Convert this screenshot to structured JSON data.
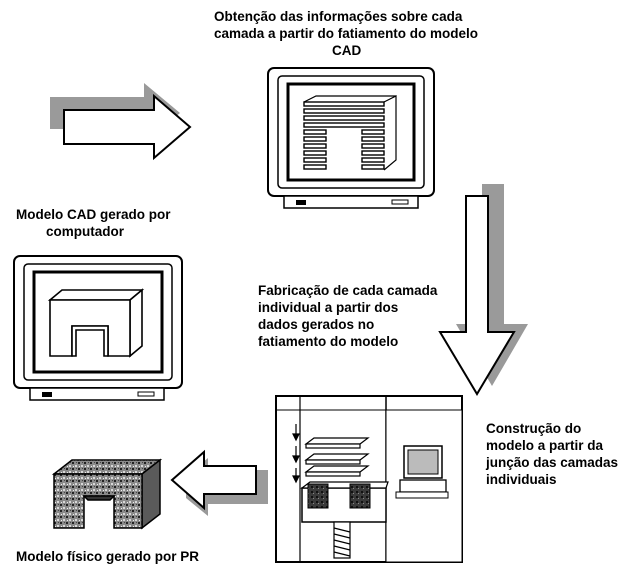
{
  "captions": {
    "slicing": {
      "lines": [
        "Obtenção das informações sobre cada",
        "camada a partir do fatiamento do modelo",
        "CAD"
      ]
    },
    "cad_model": {
      "lines": [
        "Modelo CAD gerado por",
        "computador"
      ]
    },
    "fabrication": {
      "lines": [
        "Fabricação de cada camada",
        "individual a partir dos",
        "dados gerados no",
        "fatiamento do modelo"
      ]
    },
    "construction": {
      "lines": [
        "Construção do",
        "modelo a partir da",
        "junção das camadas",
        "individuais"
      ]
    },
    "physical_model": {
      "lines": [
        "Modelo físico gerado por PR"
      ]
    }
  }
}
